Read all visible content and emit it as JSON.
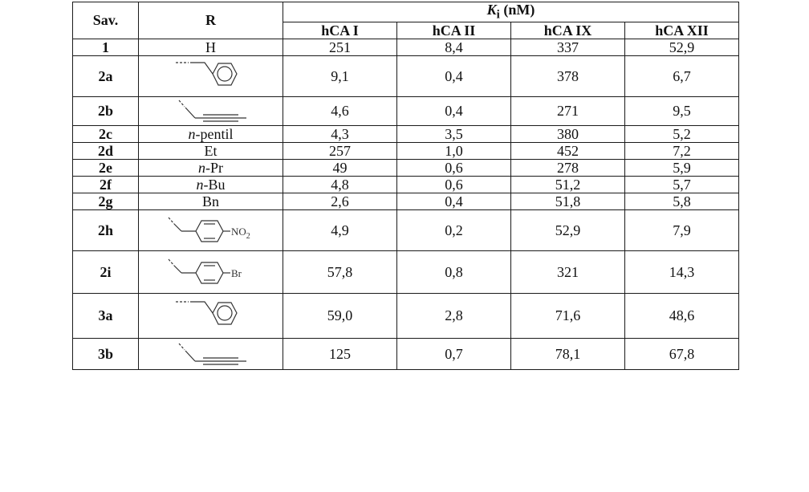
{
  "headers": {
    "sav": "Sav.",
    "r": "R",
    "ki_letter": "K",
    "ki_sub": "i",
    "ki_unit": " (nM)",
    "isoforms": [
      "hCA I",
      "hCA II",
      "hCA IX",
      "hCA XII"
    ]
  },
  "rows": [
    {
      "id": "1",
      "r_prefix": "",
      "r_text": "H",
      "vals": [
        "251",
        "8,4",
        "337",
        "52,9"
      ]
    },
    {
      "id": "2a",
      "r_struct": "phenylethyl",
      "vals": [
        "9,1",
        "0,4",
        "378",
        "6,7"
      ]
    },
    {
      "id": "2b",
      "r_struct": "butynyl",
      "vals": [
        "4,6",
        "0,4",
        "271",
        "9,5"
      ]
    },
    {
      "id": "2c",
      "r_prefix": "n",
      "r_text": "-pentil",
      "vals": [
        "4,3",
        "3,5",
        "380",
        "5,2"
      ]
    },
    {
      "id": "2d",
      "r_prefix": "",
      "r_text": "Et",
      "vals": [
        "257",
        "1,0",
        "452",
        "7,2"
      ]
    },
    {
      "id": "2e",
      "r_prefix": "n",
      "r_text": "-Pr",
      "vals": [
        "49",
        "0,6",
        "278",
        "5,9"
      ]
    },
    {
      "id": "2f",
      "r_prefix": "n",
      "r_text": "-Bu",
      "vals": [
        "4,8",
        "0,6",
        "51,2",
        "5,7"
      ]
    },
    {
      "id": "2g",
      "r_prefix": "",
      "r_text": "Bn",
      "vals": [
        "2,6",
        "0,4",
        "51,8",
        "5,8"
      ]
    },
    {
      "id": "2h",
      "r_struct": "nitrobenzyl",
      "r_label": "NO",
      "r_label_sub": "2",
      "vals": [
        "4,9",
        "0,2",
        "52,9",
        "7,9"
      ]
    },
    {
      "id": "2i",
      "r_struct": "bromobenzyl",
      "r_label": "Br",
      "vals": [
        "57,8",
        "0,8",
        "321",
        "14,3"
      ]
    },
    {
      "id": "3a",
      "r_struct": "phenylethyl",
      "vals": [
        "59,0",
        "2,8",
        "71,6",
        "48,6"
      ]
    },
    {
      "id": "3b",
      "r_struct": "butynyl",
      "vals": [
        "125",
        "0,7",
        "78,1",
        "67,8"
      ]
    }
  ]
}
